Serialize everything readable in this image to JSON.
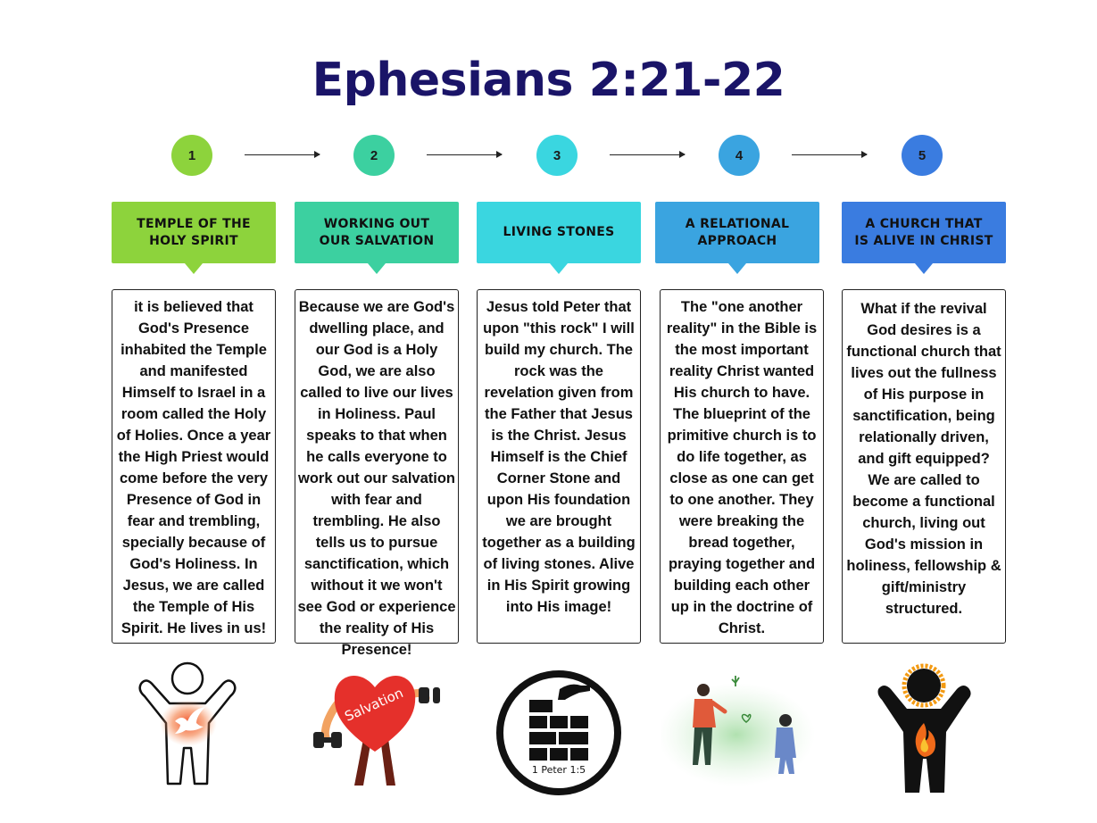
{
  "title": "Ephesians 2:21-22",
  "colors": {
    "title": "#1a1468",
    "step1": "#8dd33c",
    "step2": "#3cd0a0",
    "step3": "#3ad6e0",
    "step4": "#3aa4e0",
    "step5": "#3a7ce0"
  },
  "steps": [
    {
      "number": "1",
      "label": "TEMPLE OF THE\nHOLY SPIRIT",
      "text": "it is believed that God's Presence inhabited the Temple and manifested Himself to Israel in a room called the Holy of Holies. Once a year the High Priest would come before the very Presence of God in fear and trembling, specially because of God's Holiness. In Jesus, we are called the Temple of His Spirit. He lives in us!",
      "icon": "raised-arms-dove-icon"
    },
    {
      "number": "2",
      "label": "WORKING OUT\nOUR SALVATION",
      "text": "Because we are God's dwelling place, and our God is a Holy God, we are also called to live our lives in Holiness. Paul speaks to that when he calls everyone to work out our salvation with fear and trembling. He also tells us to pursue sanctification, which without it we won't see God or experience the reality of His Presence!",
      "icon": "heart-lifting-weights-icon",
      "icon_text": "Salvation"
    },
    {
      "number": "3",
      "label": "LIVING STONES",
      "text": "Jesus told Peter that upon \"this rock\" I will build my church. The rock was the revelation given from the Father that Jesus is the Christ. Jesus Himself is the Chief Corner Stone and upon His foundation we are brought together as a building of living stones. Alive in His Spirit growing into His image!",
      "icon": "hand-placing-bricks-icon",
      "icon_text": "1 Peter 1:5"
    },
    {
      "number": "4",
      "label": "A RELATIONAL\nAPPROACH",
      "text": "The \"one another reality\" in the Bible is the most important reality Christ wanted His church to have. The blueprint of the primitive church is to do life together, as close as one can get to one another. They were breaking the bread together, praying together and building each other up in the doctrine of Christ.",
      "icon": "two-people-heart-icon"
    },
    {
      "number": "5",
      "label": "A CHURCH THAT\nIS ALIVE IN CHRIST",
      "text": "What if the revival God desires is a functional church that lives out the fullness of His purpose in sanctification, being relationally driven, and gift equipped? We are called to become a functional church, living out God's mission in holiness, fellowship & gift/ministry structured.",
      "icon": "person-on-fire-icon"
    }
  ]
}
